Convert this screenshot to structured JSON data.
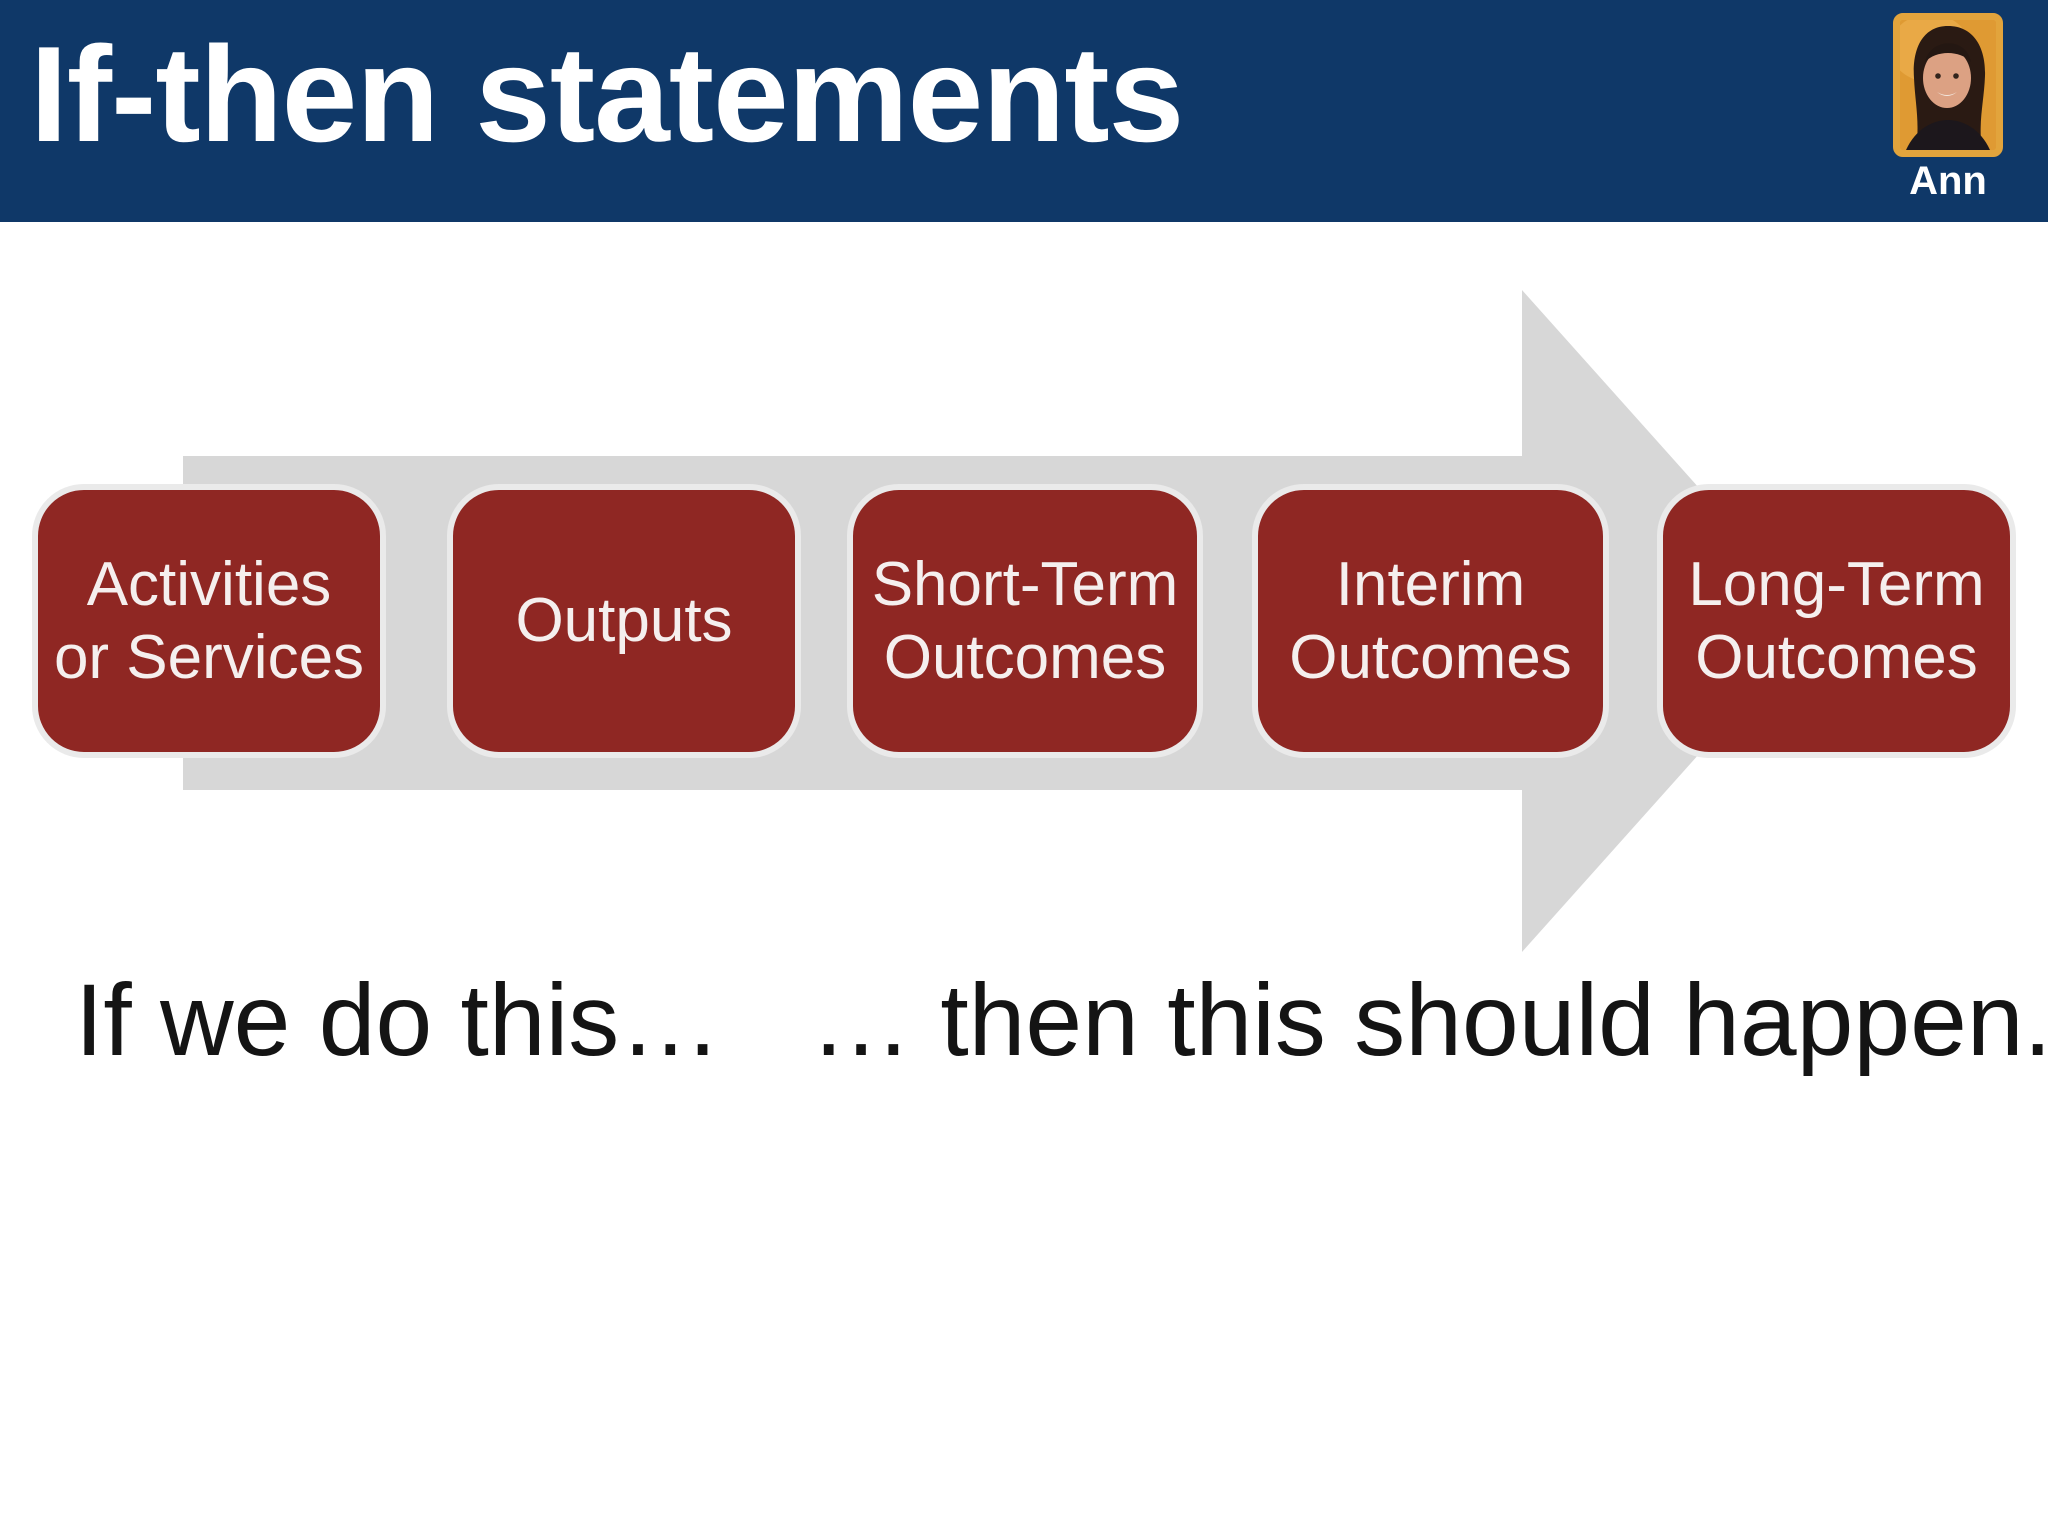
{
  "header": {
    "title": "If-then statements",
    "background_color": "#0F3868",
    "text_color": "#FFFFFF"
  },
  "webcam": {
    "presenter_name": "Ann",
    "border_color": "#E2A43C"
  },
  "diagram": {
    "type": "process-flow-arrow",
    "arrow_color": "#D7D7D7",
    "box_color": "#8F2723",
    "box_outline_color": "#EAEAEA",
    "box_text_color": "#F5EFEE",
    "boxes": [
      {
        "label": "Activities or Services",
        "line1": "Activities",
        "line2": "or Services"
      },
      {
        "label": "Outputs",
        "line1": "Outputs",
        "line2": ""
      },
      {
        "label": "Short-Term Outcomes",
        "line1": "Short-Term",
        "line2": "Outcomes"
      },
      {
        "label": "Interim Outcomes",
        "line1": "Interim",
        "line2": "Outcomes"
      },
      {
        "label": "Long-Term Outcomes",
        "line1": "Long-Term",
        "line2": "Outcomes"
      }
    ]
  },
  "caption": {
    "left": "If we do this…",
    "right": "… then this should happen."
  }
}
